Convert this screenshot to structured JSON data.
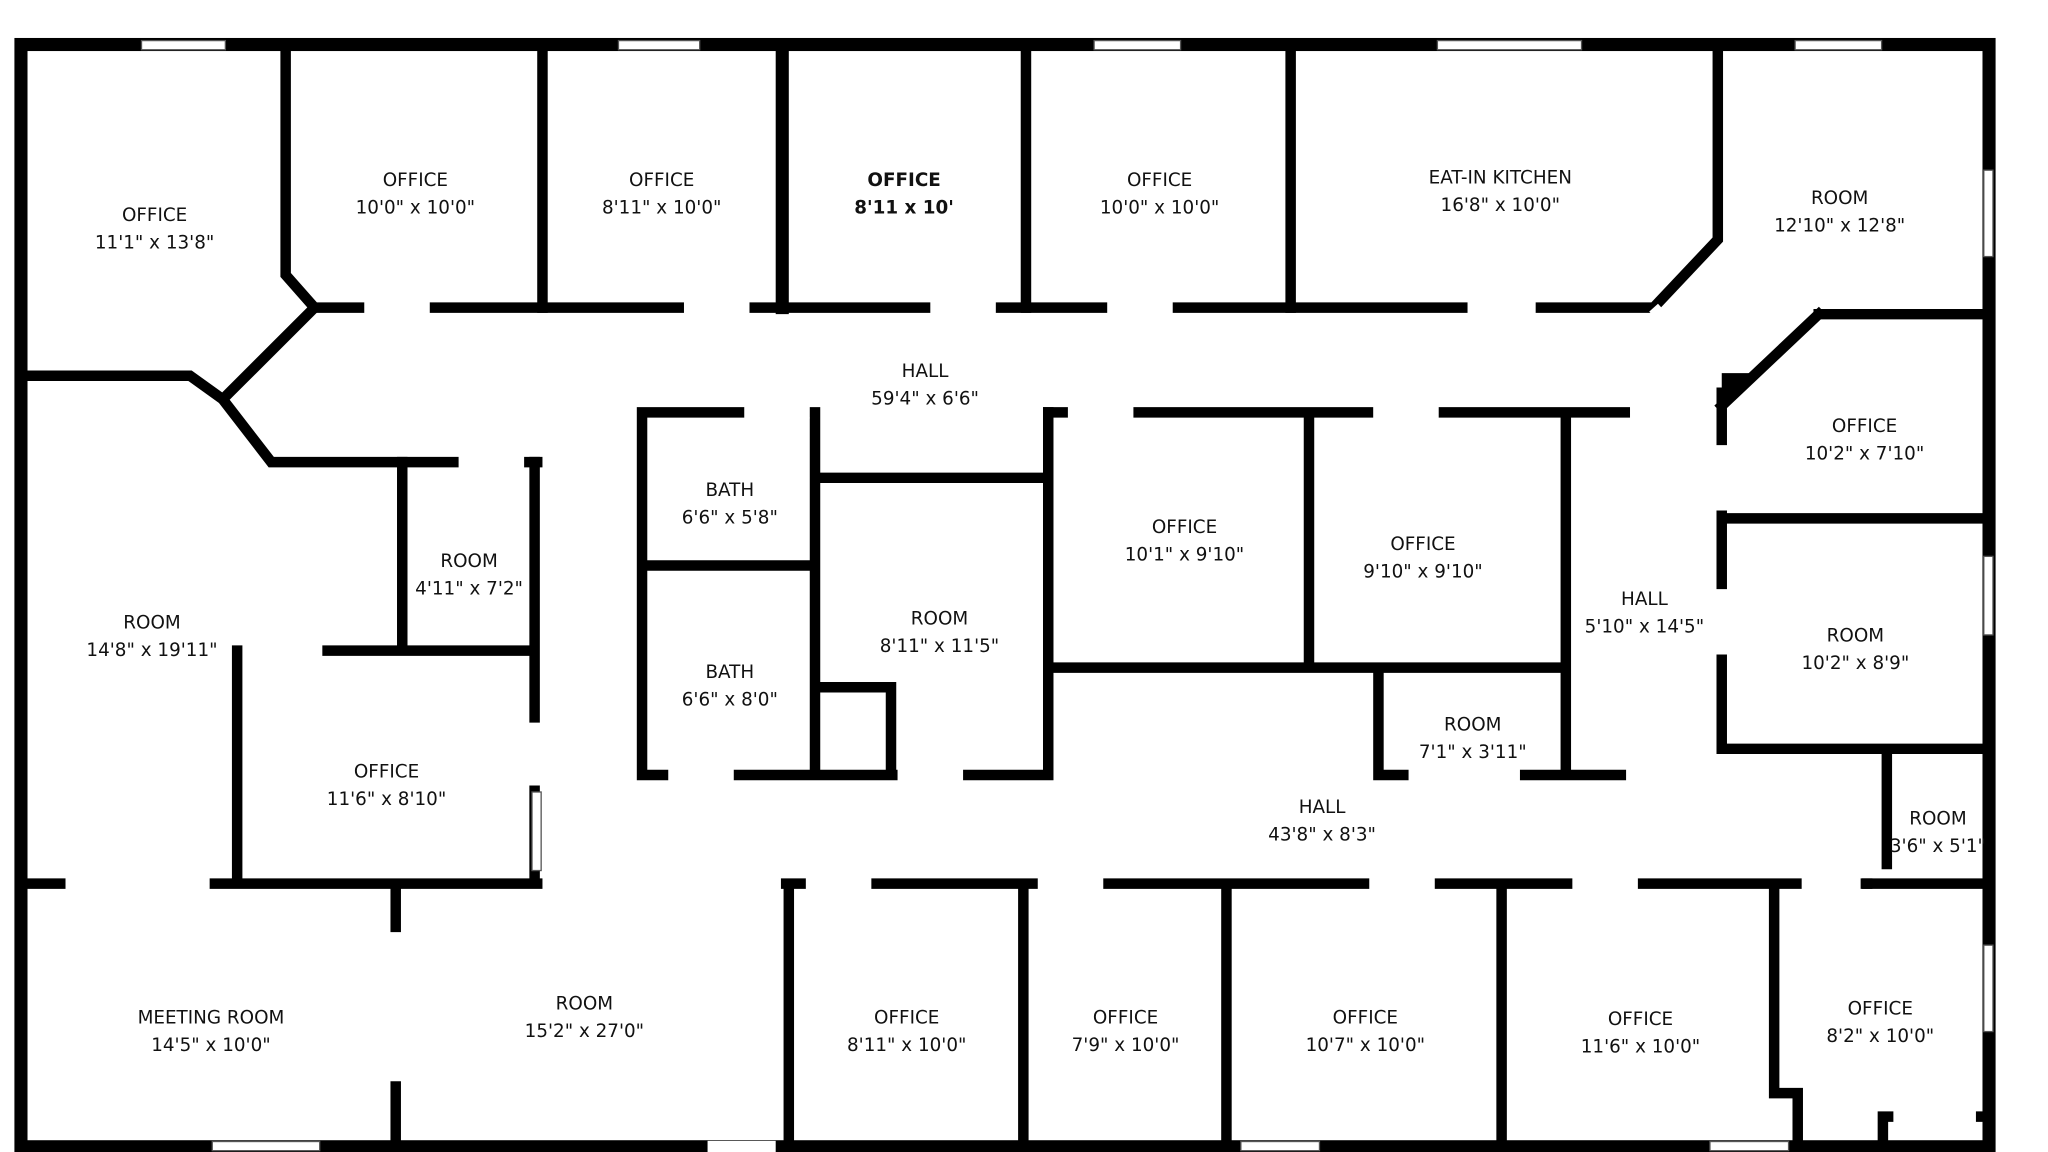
{
  "rooms": [
    {
      "name": "OFFICE",
      "size": "11'1\" x 13'8\""
    },
    {
      "name": "OFFICE",
      "size": "10'0\" x 10'0\""
    },
    {
      "name": "OFFICE",
      "size": "8'11\" x 10'0\""
    },
    {
      "name": "OFFICE",
      "size": "8'11 x 10'"
    },
    {
      "name": "OFFICE",
      "size": "10'0\" x 10'0\""
    },
    {
      "name": "EAT-IN KITCHEN",
      "size": "16'8\" x 10'0\""
    },
    {
      "name": "ROOM",
      "size": "12'10\" x 12'8\""
    },
    {
      "name": "HALL",
      "size": "59'4\" x 6'6\""
    },
    {
      "name": "OFFICE",
      "size": "10'2\" x 7'10\""
    },
    {
      "name": "BATH",
      "size": "6'6\" x 5'8\""
    },
    {
      "name": "ROOM",
      "size": "4'11\" x 7'2\""
    },
    {
      "name": "OFFICE",
      "size": "10'1\" x 9'10\""
    },
    {
      "name": "OFFICE",
      "size": "9'10\" x 9'10\""
    },
    {
      "name": "ROOM",
      "size": "14'8\" x 19'11\""
    },
    {
      "name": "ROOM",
      "size": "8'11\" x 11'5\""
    },
    {
      "name": "HALL",
      "size": "5'10\" x 14'5\""
    },
    {
      "name": "ROOM",
      "size": "10'2\" x 8'9\""
    },
    {
      "name": "BATH",
      "size": "6'6\" x 8'0\""
    },
    {
      "name": "ROOM",
      "size": "7'1\" x 3'11\""
    },
    {
      "name": "OFFICE",
      "size": "11'6\" x 8'10\""
    },
    {
      "name": "HALL",
      "size": "43'8\" x 8'3\""
    },
    {
      "name": "ROOM",
      "size": "3'6\" x 5'1\""
    },
    {
      "name": "MEETING ROOM",
      "size": "14'5\" x 10'0\""
    },
    {
      "name": "ROOM",
      "size": "15'2\" x 27'0\""
    },
    {
      "name": "OFFICE",
      "size": "8'11\" x 10'0\""
    },
    {
      "name": "OFFICE",
      "size": "7'9\" x 10'0\""
    },
    {
      "name": "OFFICE",
      "size": "10'7\" x 10'0\""
    },
    {
      "name": "OFFICE",
      "size": "11'6\" x 10'0\""
    },
    {
      "name": "OFFICE",
      "size": "8'2\" x 10'0\""
    }
  ]
}
